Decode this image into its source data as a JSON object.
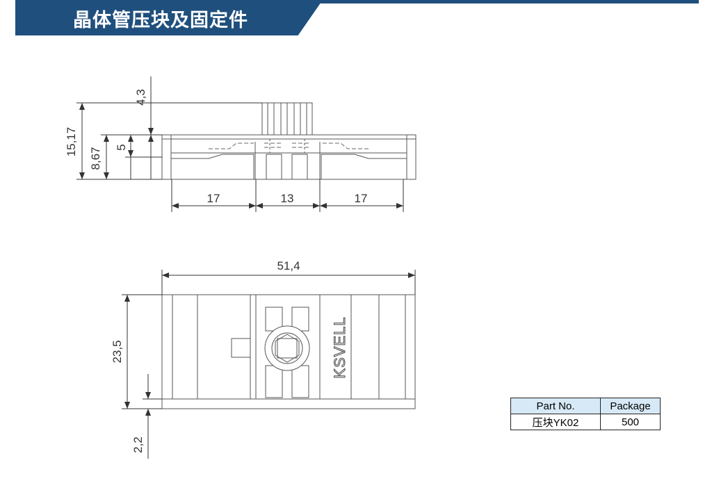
{
  "header": {
    "title": "晶体管压块及固定件",
    "color": "#1f4f7d"
  },
  "side_view": {
    "dims": {
      "top_height": "4,3",
      "total_height": "15,17",
      "body_height": "8,67",
      "inner_height": "5",
      "left_width": "17",
      "center_width": "13",
      "right_width": "17"
    }
  },
  "top_view": {
    "dims": {
      "length": "51,4",
      "width": "23,5",
      "step": "2,2"
    },
    "logo": "KSVELL"
  },
  "parts_table": {
    "headers": [
      "Part No.",
      "Package"
    ],
    "rows": [
      {
        "part": "压块YK02",
        "package": "500"
      }
    ]
  }
}
